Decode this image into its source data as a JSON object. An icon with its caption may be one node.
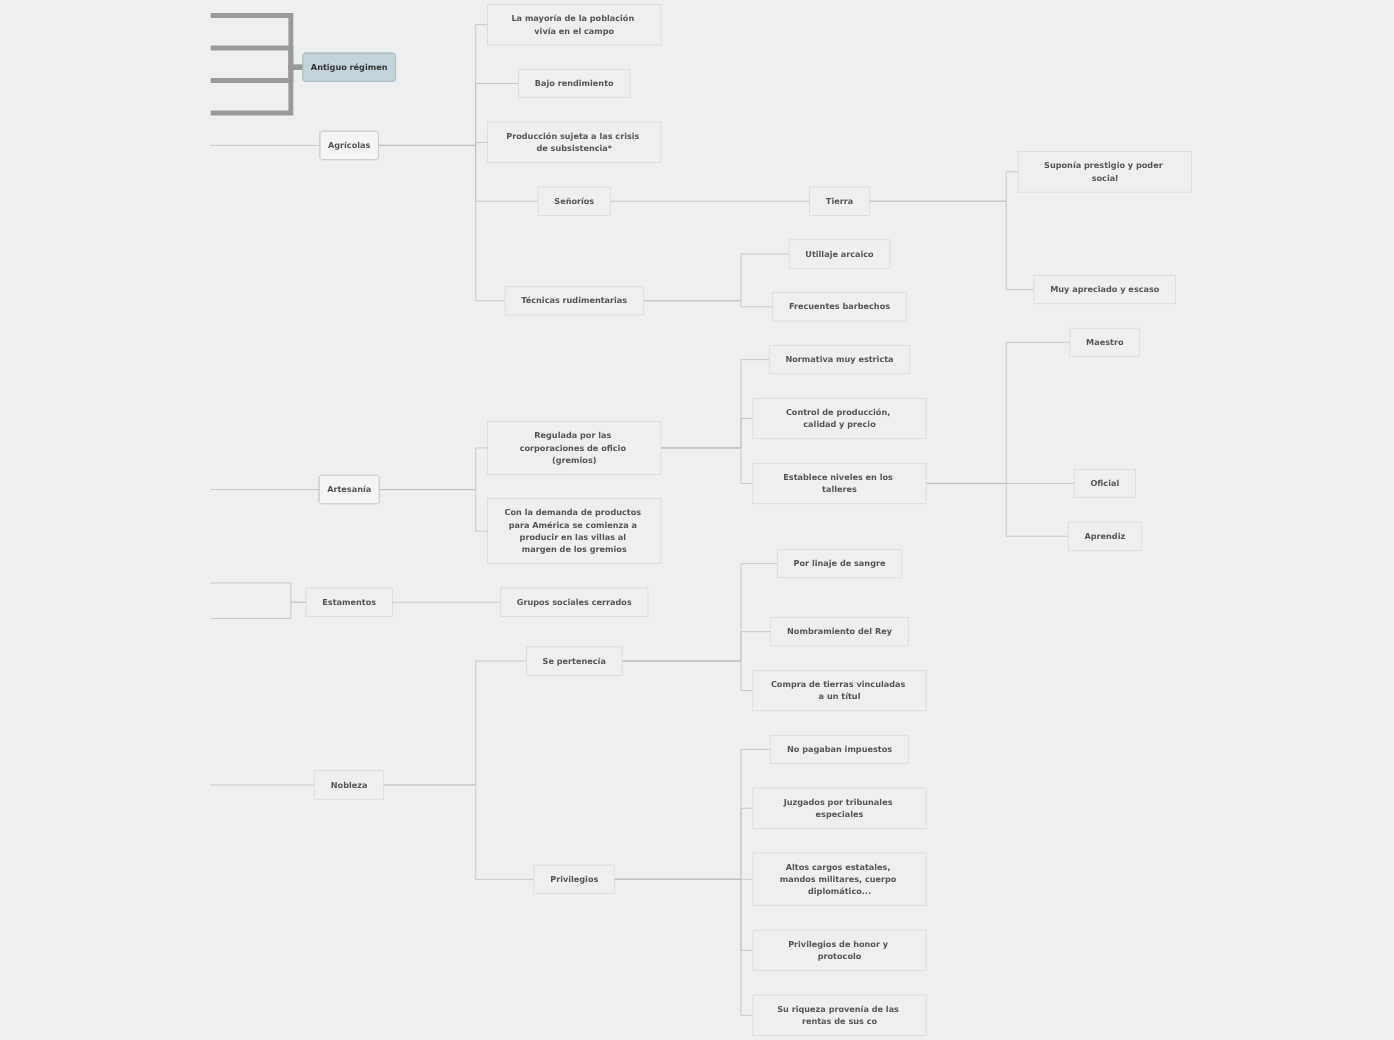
{
  "diagram": {
    "nodes": [
      {
        "text": [
          "Antiguo régimen"
        ]
      },
      {
        "text": [
          "Agrícolas"
        ]
      },
      {
        "text": [
          "La mayoría de la población vivía en el campo"
        ]
      },
      {
        "text": [
          "Bajo rendimiento"
        ]
      },
      {
        "text": [
          "Producción sujeta a las crisis de subsistencia*"
        ]
      },
      {
        "text": [
          "Señoríos"
        ]
      },
      {
        "text": [
          "Tierra"
        ]
      },
      {
        "text": [
          "Suponía prestigio y poder social"
        ]
      },
      {
        "text": [
          "Muy apreciado y escaso"
        ]
      },
      {
        "text": [
          "Técnicas rudimentarias"
        ]
      },
      {
        "text": [
          "Utillaje arcaico"
        ]
      },
      {
        "text": [
          "Frecuentes barbechos"
        ]
      },
      {
        "text": [
          "Artesanía"
        ]
      },
      {
        "text": [
          "Regulada por las corporaciones de oficio (gremios)"
        ]
      },
      {
        "text": [
          "Normativa muy estricta"
        ]
      },
      {
        "text": [
          "Control de producción, calidad y precio"
        ]
      },
      {
        "text": [
          "Establece niveles en los talleres"
        ]
      },
      {
        "text": [
          "Maestro"
        ]
      },
      {
        "text": [
          "Oficial"
        ]
      },
      {
        "text": [
          "Aprendiz"
        ]
      },
      {
        "text": [
          "Con la demanda de productos para América se comienza a producir en las villas al margen de los gremios"
        ]
      },
      {
        "text": [
          "Estamentos"
        ]
      },
      {
        "text": [
          "Grupos sociales cerrados"
        ]
      },
      {
        "text": [
          "Nobleza"
        ]
      },
      {
        "text": [
          "Se pertenecía"
        ]
      },
      {
        "text": [
          "Por linaje de sangre"
        ]
      },
      {
        "text": [
          "Nombramiento del Rey"
        ]
      },
      {
        "text": [
          "Compra de tierras vinculadas a un títul"
        ]
      },
      {
        "text": [
          "Privilegios"
        ]
      },
      {
        "text": [
          "No pagaban impuestos"
        ]
      },
      {
        "text": [
          "Juzgados por tribunales especiales"
        ]
      },
      {
        "text": [
          "Altos cargos estatales, mandos militares, cuerpo diplomático..."
        ]
      },
      {
        "text": [
          "Privilegios de honor y protocolo"
        ]
      },
      {
        "text": [
          "Su riqueza provenía de las rentas de sus co"
        ]
      }
    ],
    "edges": [
      {
        "from": null,
        "to": 0,
        "arrow": "none",
        "style": "thick",
        "color": "#9a9a9a"
      },
      {
        "from": null,
        "to": 0,
        "arrow": "none",
        "style": "thick",
        "color": "#9a9a9a"
      },
      {
        "from": null,
        "to": 0,
        "arrow": "none",
        "style": "thick",
        "color": "#9a9a9a"
      },
      {
        "from": null,
        "to": 0,
        "arrow": "none",
        "style": "thick",
        "color": "#9a9a9a"
      },
      {
        "from": null,
        "to": 1,
        "arrow": "none"
      },
      {
        "from": 1,
        "to": 2,
        "arrow": "none"
      },
      {
        "from": 1,
        "to": 3,
        "arrow": "none"
      },
      {
        "from": 1,
        "to": 4,
        "arrow": "none"
      },
      {
        "from": 1,
        "to": 5,
        "arrow": "none"
      },
      {
        "from": 5,
        "to": 6,
        "arrow": "none"
      },
      {
        "from": 6,
        "to": 7,
        "arrow": "none"
      },
      {
        "from": 6,
        "to": 8,
        "arrow": "none"
      },
      {
        "from": 1,
        "to": 9,
        "arrow": "none"
      },
      {
        "from": 9,
        "to": 10,
        "arrow": "none"
      },
      {
        "from": 9,
        "to": 11,
        "arrow": "none"
      },
      {
        "from": null,
        "to": 12,
        "arrow": "none"
      },
      {
        "from": 12,
        "to": 13,
        "arrow": "none"
      },
      {
        "from": 13,
        "to": 14,
        "arrow": "none"
      },
      {
        "from": 13,
        "to": 15,
        "arrow": "none"
      },
      {
        "from": 13,
        "to": 16,
        "arrow": "none"
      },
      {
        "from": 16,
        "to": 17,
        "arrow": "none"
      },
      {
        "from": 16,
        "to": 18,
        "arrow": "none"
      },
      {
        "from": 16,
        "to": 19,
        "arrow": "none"
      },
      {
        "from": 12,
        "to": 20,
        "arrow": "none"
      },
      {
        "from": null,
        "to": 21,
        "arrow": "none"
      },
      {
        "from": 21,
        "to": 22,
        "arrow": "none"
      },
      {
        "from": null,
        "to": 21,
        "arrow": "none"
      },
      {
        "from": null,
        "to": 23,
        "arrow": "none"
      },
      {
        "from": 23,
        "to": 24,
        "arrow": "none"
      },
      {
        "from": 24,
        "to": 25,
        "arrow": "none"
      },
      {
        "from": 24,
        "to": 26,
        "arrow": "none"
      },
      {
        "from": 24,
        "to": 27,
        "arrow": "none"
      },
      {
        "from": 23,
        "to": 28,
        "arrow": "none"
      },
      {
        "from": 28,
        "to": 29,
        "arrow": "none"
      },
      {
        "from": 28,
        "to": 30,
        "arrow": "none"
      },
      {
        "from": 28,
        "to": 31,
        "arrow": "none"
      },
      {
        "from": 28,
        "to": 32,
        "arrow": "none"
      },
      {
        "from": 28,
        "to": 33,
        "arrow": "none"
      }
    ]
  }
}
